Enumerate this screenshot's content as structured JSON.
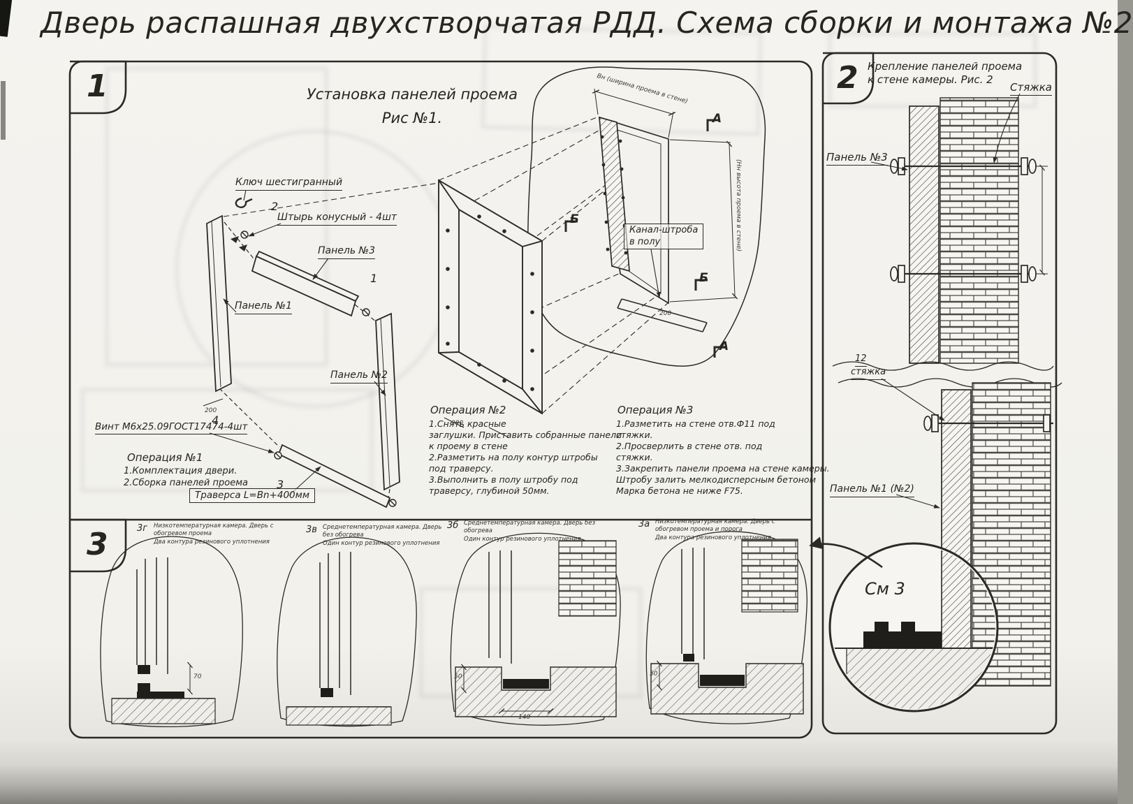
{
  "title": "Дверь распашная двухстворчатая РДД.  Схема сборки и монтажа №2",
  "colors": {
    "ink": "#2b2a27",
    "paper": "#f3f2ee"
  },
  "sections": {
    "s1": {
      "number": "1",
      "fig_title": "Установка панелей проема",
      "fig_subtitle": "Рис №1.",
      "labels": {
        "hex_key": "Ключ шестигранный",
        "pin_num": "2",
        "pin": "Штырь конусный - 4шт",
        "panel3_num": "1",
        "panel3": "Панель №3",
        "panel1": "Панель №1",
        "panel2": "Панель №2",
        "screw_num": "4",
        "screw": "Винт М6х25.09ГОСТ17474-4шт",
        "traverse_num": "3",
        "traverse": "Траверса  L=Bn+400мм",
        "channel": "Канал-штроба\nв полу",
        "dim_width_top": "Вн (ширина проема в стене)",
        "dim_height_right": "(Нн высота проема в стене)",
        "dim_200a": "200",
        "dim_200b": "200",
        "dim_200c": "200",
        "marker_a_top": "А",
        "marker_a_bottom": "А",
        "marker_b_left": "Б",
        "marker_b_right": "Б"
      },
      "op1": {
        "title": "Операция №1",
        "body": "1.Комплектация двери.\n2.Сборка панелей проема"
      },
      "op2": {
        "title": "Операция №2",
        "body": "1.Снять красные\nзаглушки. Приставить собранные панели\nк проему в стене\n2.Разметить на полу контур штробы\nпод траверсу.\n3.Выполнить в полу штробу под\nтраверсу, глубиной 50мм."
      },
      "op3": {
        "title": "Операция №3",
        "body": "1.Разметить на стене отв.Ф11 под\nстяжки.\n2.Просверлить в стене отв.  под\nстяжки.\n3.Закрепить панели проема на стене камеры.\nШтробу залить мелкодисперсным бетоном\nМарка бетона не ниже   F75."
      }
    },
    "s2": {
      "number": "2",
      "title": "Крепление панелей проема\nк стене камеры. Рис. 2",
      "labels": {
        "tie_top": "Стяжка",
        "panel3": "Панель №3",
        "tie_num": "12",
        "tie": "стяжка",
        "panel12": "Панель №1 (№2)",
        "see_detail": "См 3"
      }
    },
    "s3": {
      "number": "3",
      "figures": [
        {
          "id": "3г",
          "caption": "Низкотемпературная камера. Дверь с обогревом проема\nДва контура резинового уплотнения"
        },
        {
          "id": "3в",
          "caption": "Среднетемпературная камера. Дверь без обогрева\nОдин контур резинового уплотнения"
        },
        {
          "id": "3б",
          "caption": "Среднетемпературная камера. Дверь без обогрева\nОдин контур резинового уплотнения"
        },
        {
          "id": "3а",
          "caption": "Низкотемпературная камера. Дверь с обогревом проема и порога\nДва контура резинового уплотнения"
        }
      ],
      "dims": {
        "fig3g": "70",
        "fig3b_depth": "50",
        "fig3b_width": "140",
        "fig3a_depth": "50"
      }
    }
  }
}
